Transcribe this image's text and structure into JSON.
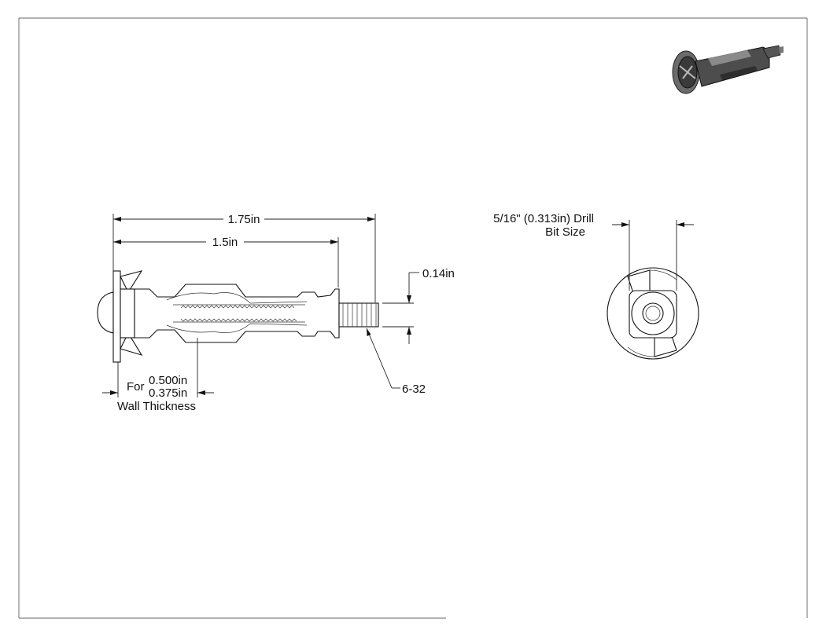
{
  "side_view": {
    "overall_length": "1.75in",
    "body_length": "1.5in",
    "screw_diameter": "0.14in",
    "thread_spec": "6-32",
    "wall_prefix": "For",
    "wall_max": "0.500in",
    "wall_min": "0.375in",
    "wall_label": "Wall Thickness"
  },
  "end_view": {
    "drill_line1": "5/16\" (0.313in) Drill",
    "drill_line2": "Bit Size"
  }
}
